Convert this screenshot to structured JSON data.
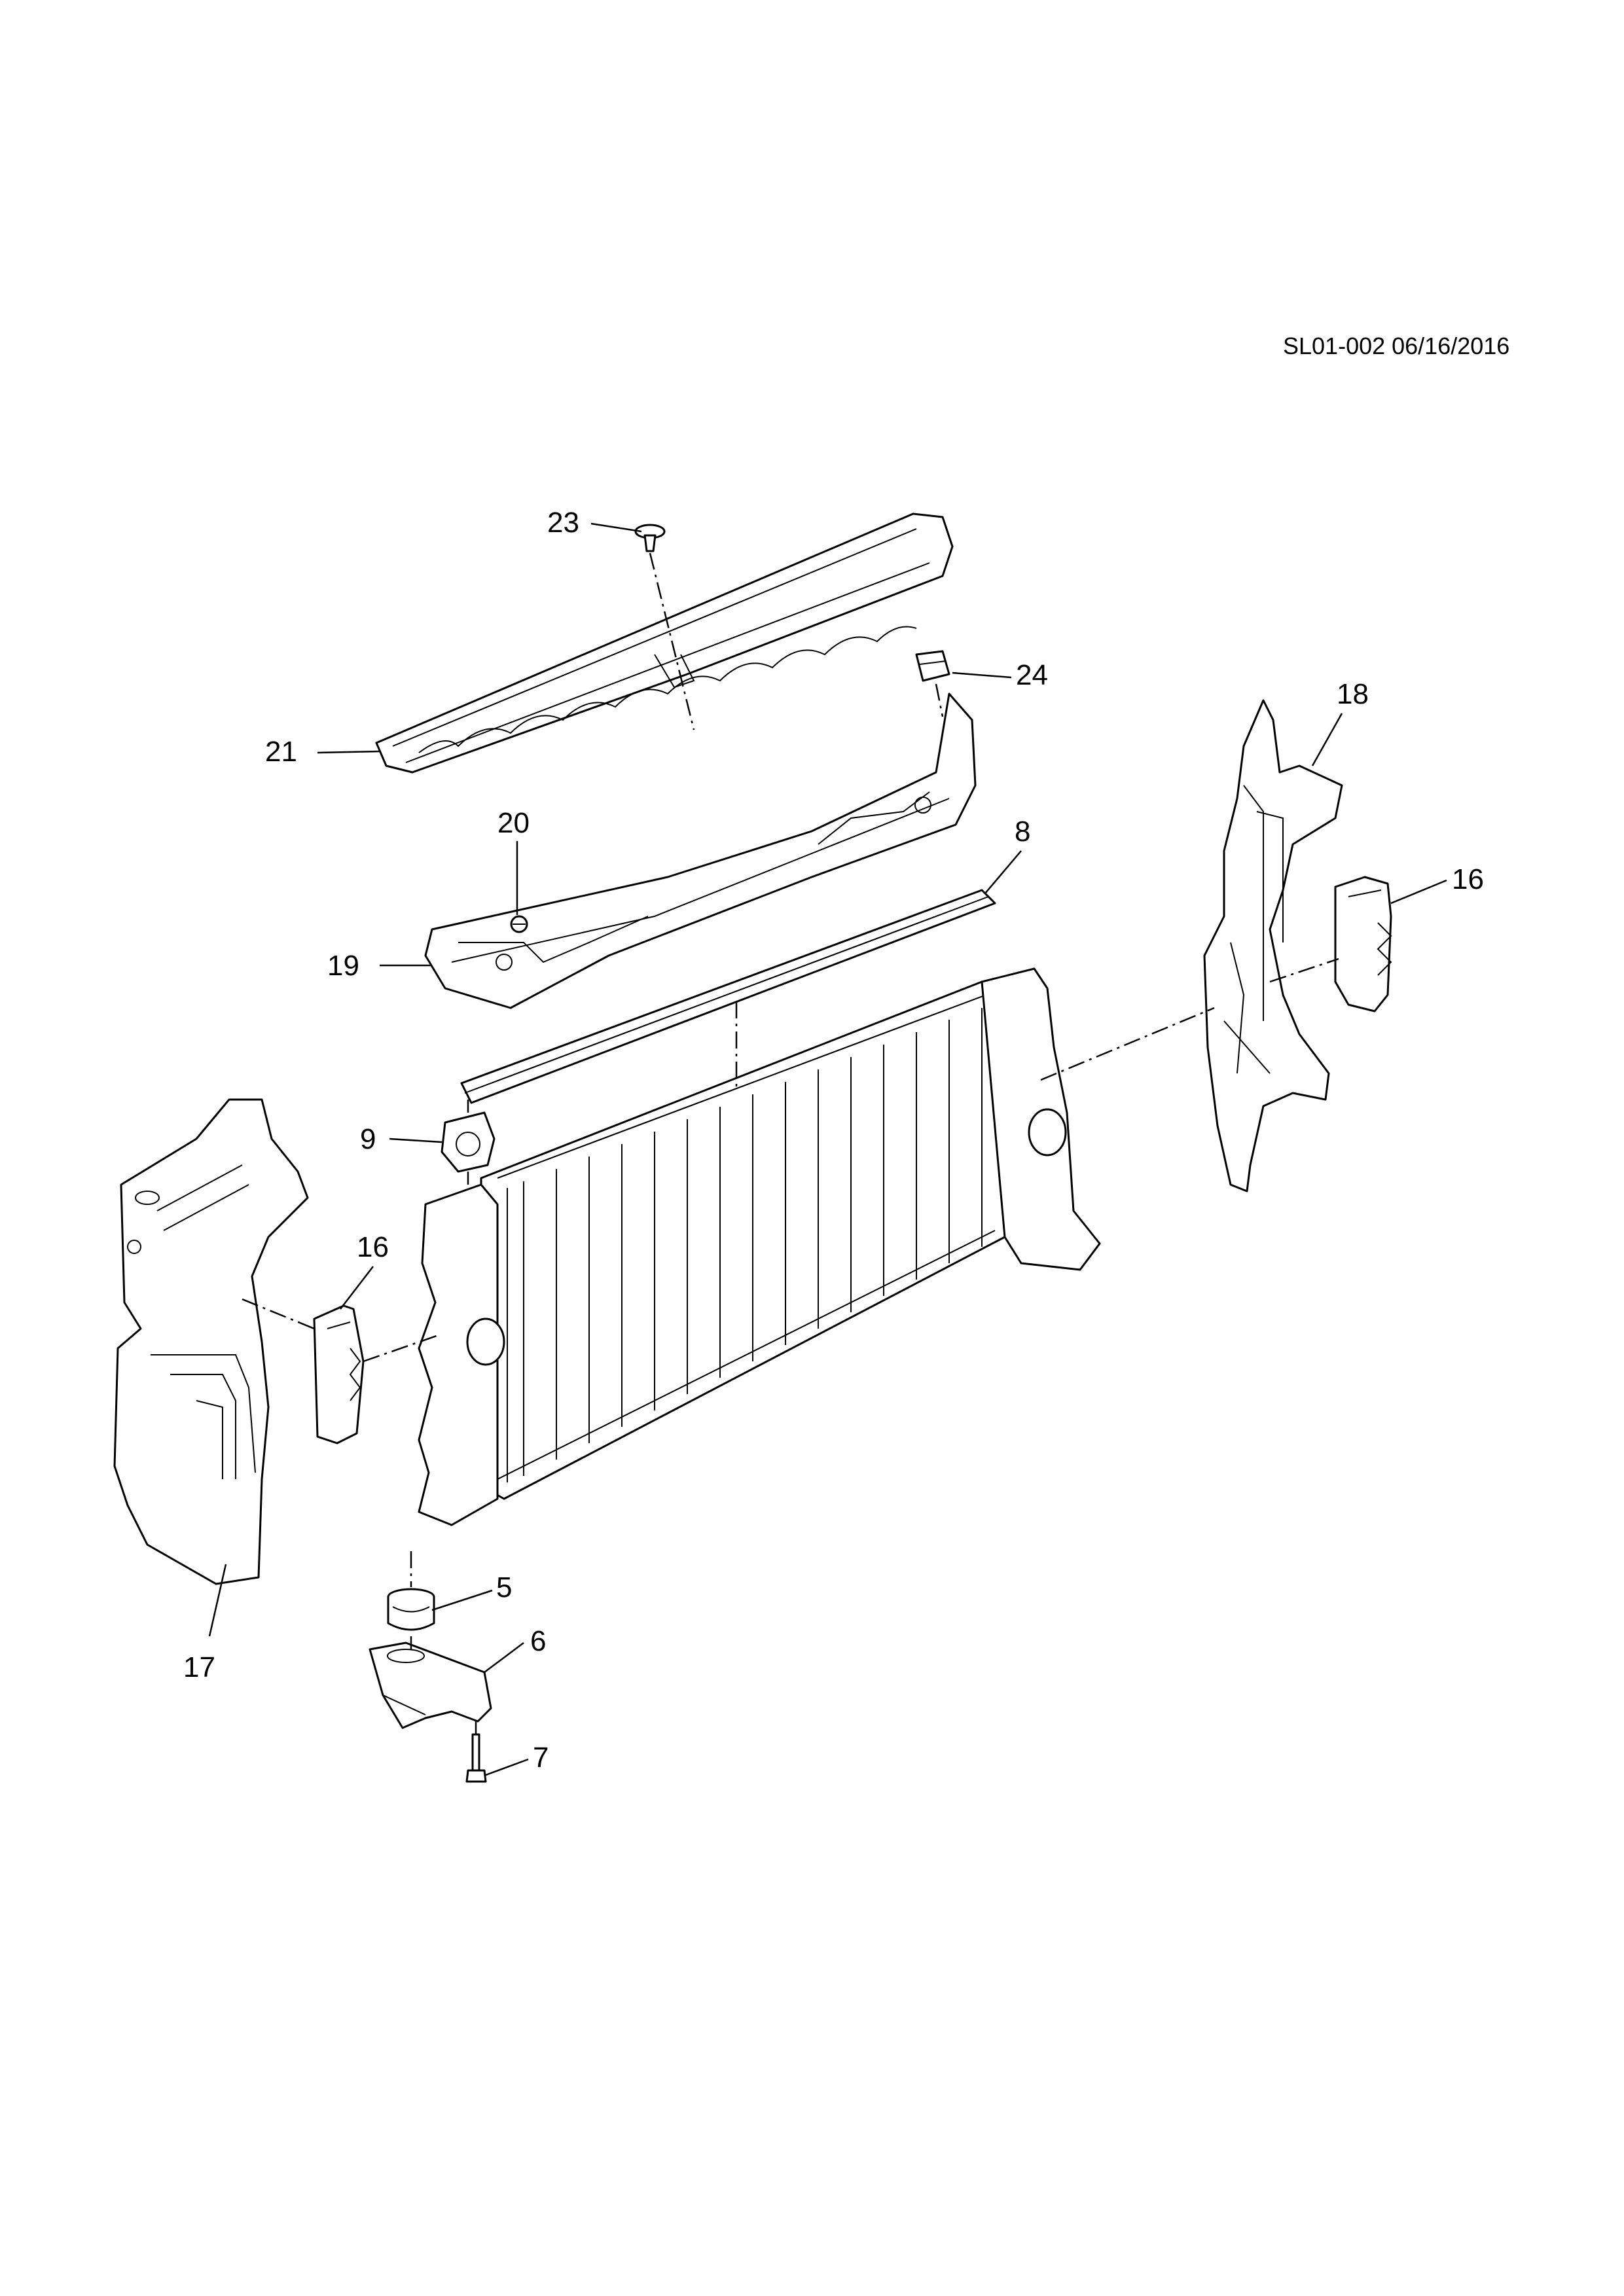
{
  "doc_ref": "SL01-002 06/16/2016",
  "callouts": {
    "p23": "23",
    "p24": "24",
    "p21": "21",
    "p18": "18",
    "p20": "20",
    "p8": "8",
    "p16_right": "16",
    "p19": "19",
    "p9": "9",
    "p16_left": "16",
    "p5": "5",
    "p6": "6",
    "p7": "7",
    "p17": "17"
  }
}
